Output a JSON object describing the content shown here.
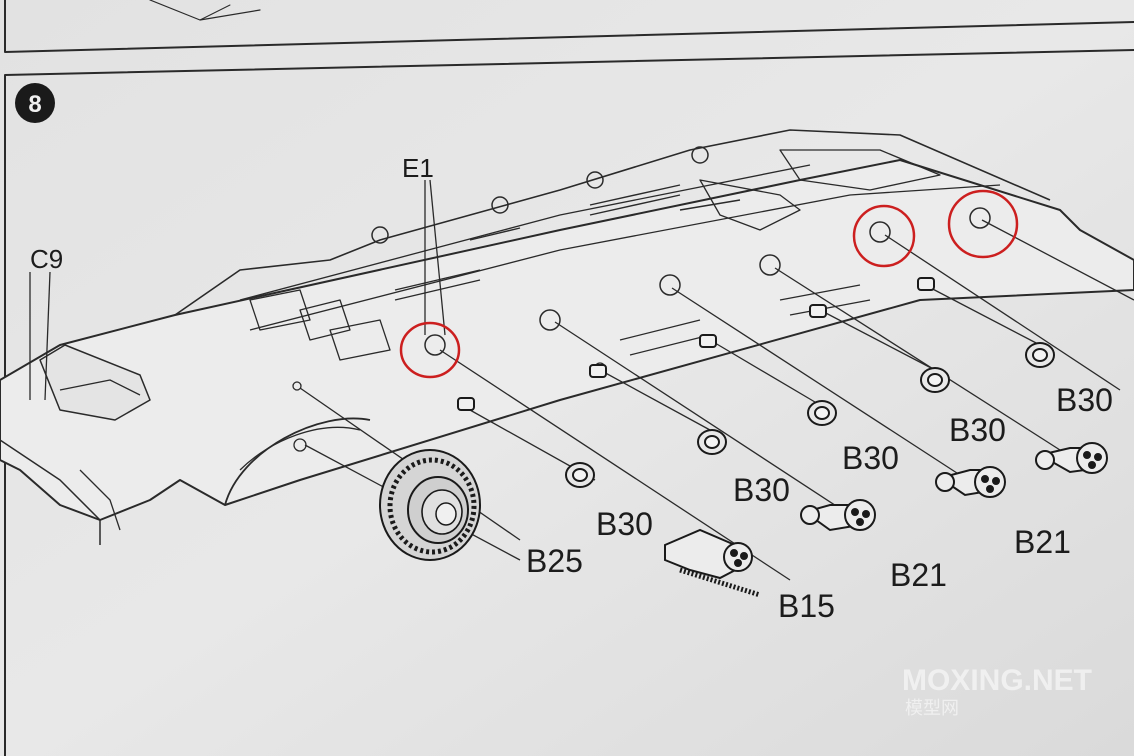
{
  "step": {
    "number": "8"
  },
  "labels": {
    "e1": "E1",
    "c9": "C9",
    "b25": "B25",
    "b15": "B15",
    "b30_1": "B30",
    "b30_2": "B30",
    "b30_3": "B30",
    "b30_4": "B30",
    "b30_5": "B30",
    "b21_1": "B21",
    "b21_2": "B21"
  },
  "watermark": {
    "main": "MOXING.NET",
    "sub": "模型网"
  },
  "colors": {
    "paper": "#e6e6e6",
    "ink": "#1c1c1c",
    "highlight": "#cc1f1f",
    "watermark": "#ffffff"
  }
}
